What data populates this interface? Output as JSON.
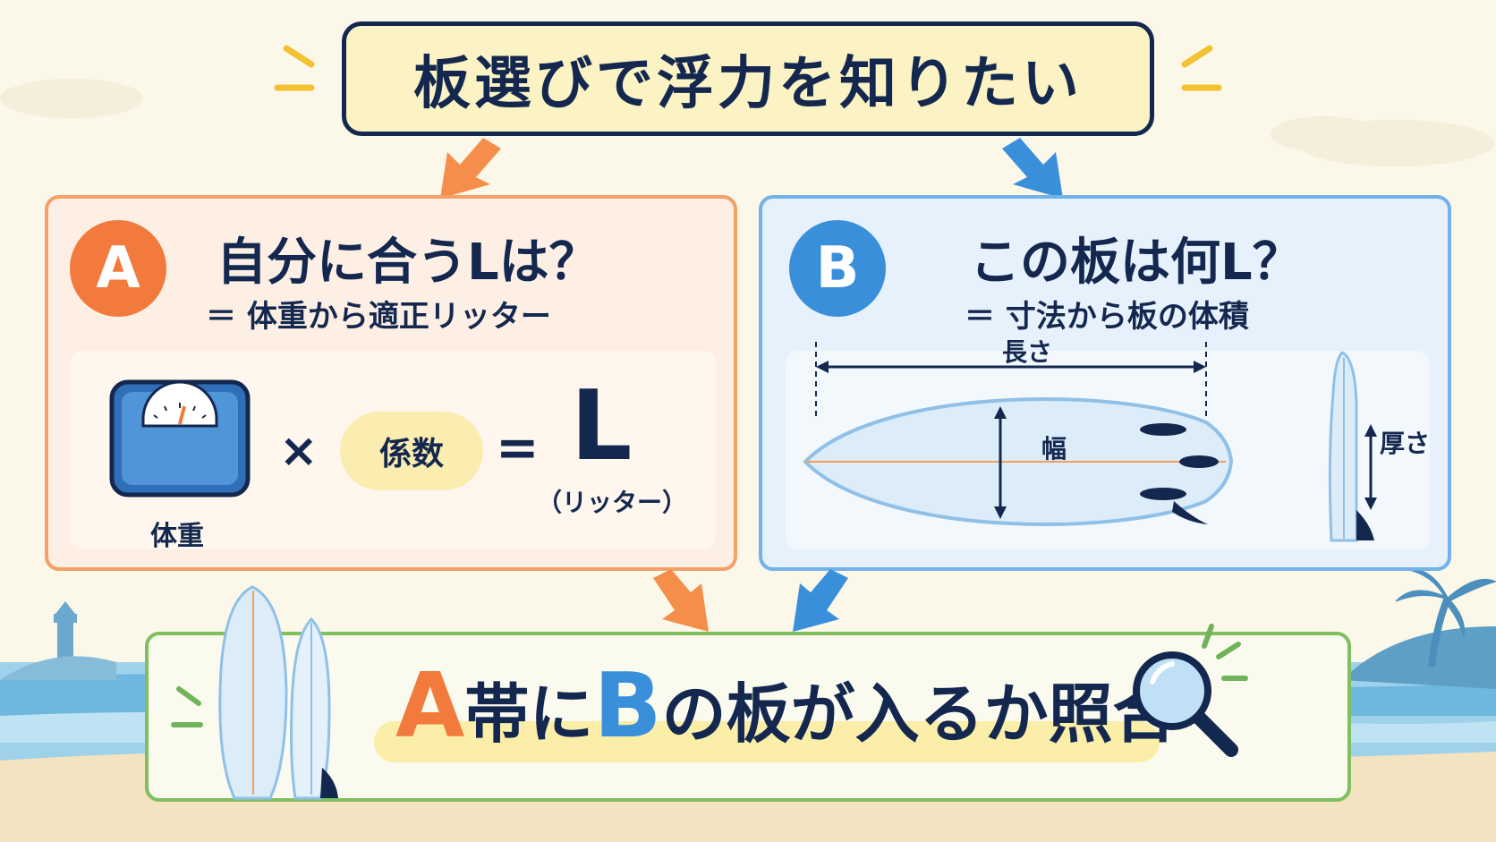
{
  "title": "板選びで浮力を知りたい",
  "panel_a": {
    "badge": "A",
    "heading": "自分に合うLは？",
    "subheading": "＝ 体重から適正リッター",
    "formula": {
      "weight_label": "体重",
      "times": "×",
      "coefficient": "係数",
      "equals": "=",
      "result": "L",
      "result_unit": "（リッター）"
    }
  },
  "panel_b": {
    "badge": "B",
    "heading": "この板は何L？",
    "subheading": "＝ 寸法から板の体積",
    "dimensions": {
      "length": "長さ",
      "width": "幅",
      "thickness": "厚さ"
    }
  },
  "bottom": {
    "part_a": "A",
    "part_1": "帯に",
    "part_b": "B",
    "part_2": "の板が入るか照合"
  },
  "colors": {
    "orange": "#f27a3c",
    "blue": "#3a8fdb",
    "green": "#7fbf5e",
    "navy": "#14284f"
  }
}
